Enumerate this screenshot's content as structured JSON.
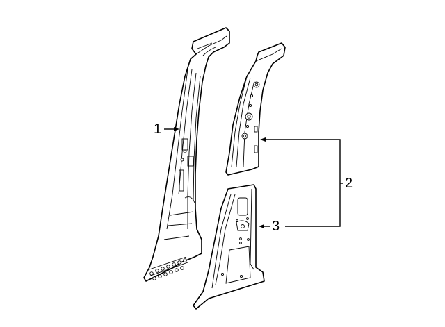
{
  "diagram": {
    "type": "exploded-parts-diagram",
    "subject": "Center pillar (B-pillar) components",
    "callouts": [
      {
        "id": "1",
        "label": "1",
        "target": "outer-center-pillar-full"
      },
      {
        "id": "2",
        "label": "2",
        "target": "center-pillar-reinforcement-upper-and-lower"
      },
      {
        "id": "3",
        "label": "3",
        "target": "center-pillar-lower-reinforcement"
      }
    ],
    "colors": {
      "line": "#000000",
      "background": "#ffffff"
    }
  }
}
